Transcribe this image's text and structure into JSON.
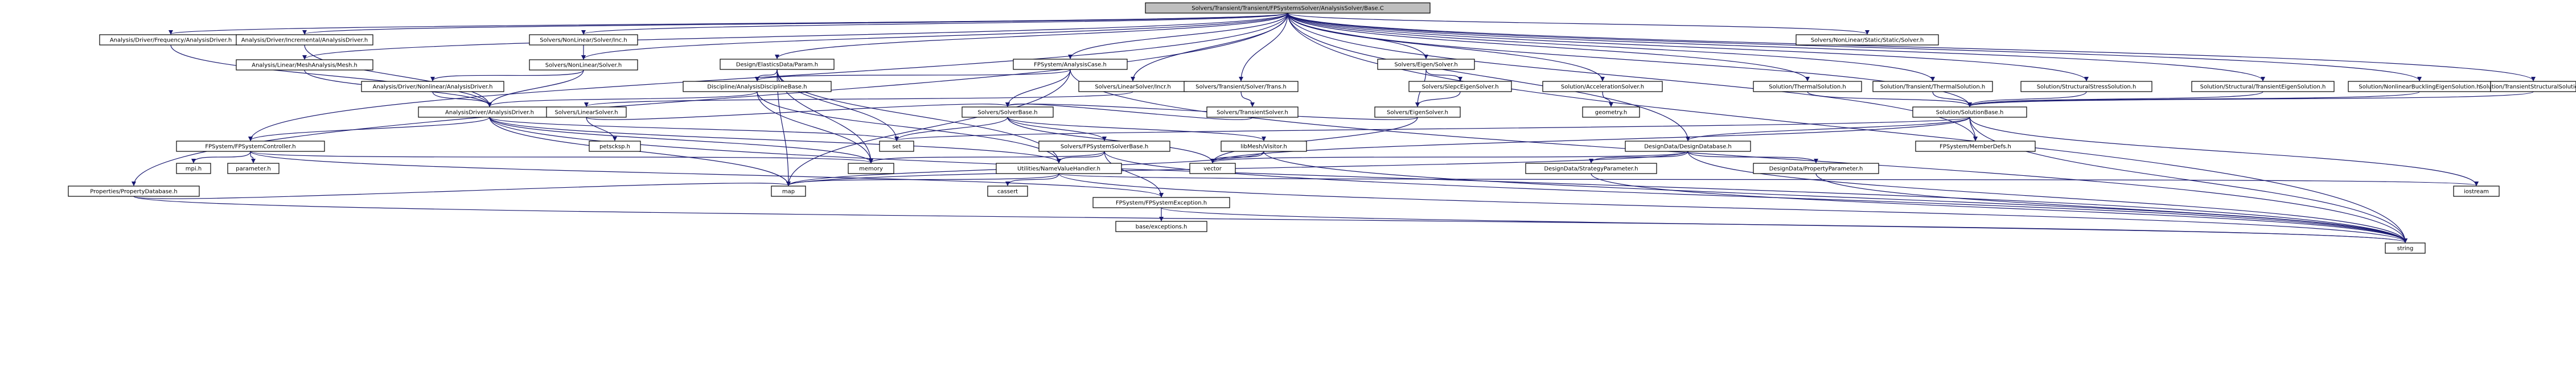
{
  "colors": {
    "edge": "#191970",
    "root_fill": "#bfbfbf",
    "node_fill": "#ffffff",
    "node_border": "#000000",
    "undocumented_border": "#ff0000",
    "system_header_border": "#d3d3d3",
    "text": "#000000"
  },
  "nodes": [
    {
      "id": "root",
      "label": "Solvers/Transient/Transient/FPSystemsSolver/AnalysisSolver/Base.C",
      "kind": "root"
    },
    {
      "id": "n_ana_ptr",
      "label": "Analysis/Driver/Frequency/AnalysisDriver.h",
      "kind": "documented"
    },
    {
      "id": "n_ana_inc",
      "label": "Analysis/Driver/Incremental/AnalysisDriver.h",
      "kind": "documented"
    },
    {
      "id": "n_nl_inc",
      "label": "Solvers/NonLinear/Solver/Inc.h",
      "kind": "documented"
    },
    {
      "id": "n_top_dots",
      "label": "Solvers/NonLinear/Static/Static/Solver.h",
      "kind": "documented"
    },
    {
      "id": "n_prog",
      "label": "Analysis/Linear/MeshAnalysis/Mesh.h",
      "kind": "documented"
    },
    {
      "id": "n_solvers_nl",
      "label": "Solvers/NonLinear/Solver.h",
      "kind": "documented"
    },
    {
      "id": "n_design",
      "label": "Design/ElasticsData/Param.h",
      "kind": "documented"
    },
    {
      "id": "n_fpsys_case",
      "label": "FPSystem/AnalysisCase.h",
      "kind": "documented"
    },
    {
      "id": "n_solvers_eigen",
      "label": "Solvers/Eigen/Solver.h",
      "kind": "documented"
    },
    {
      "id": "n_anal_mech",
      "label": "Analysis/Driver/Nonlinear/AnalysisDriver.h",
      "kind": "documented"
    },
    {
      "id": "n_discipline",
      "label": "Discipline/AnalysisDisciplineBase.h",
      "kind": "undocumented"
    },
    {
      "id": "n_solvers_linear",
      "label": "Solvers/LinearSolver/Incr.h",
      "kind": "documented"
    },
    {
      "id": "n_solvers_trans",
      "label": "Solvers/Transient/Solver/Trans.h",
      "kind": "documented"
    },
    {
      "id": "n_solvers_slepc",
      "label": "Solvers/SlepcEigenSolver.h",
      "kind": "undocumented"
    },
    {
      "id": "n_solution_acc",
      "label": "Solution/AccelerationSolver.h",
      "kind": "documented"
    },
    {
      "id": "n_solution_thermal",
      "label": "Solution/ThermalSolution.h",
      "kind": "documented"
    },
    {
      "id": "n_solution_trans",
      "label": "Solution/Transient/ThermalSolution.h",
      "kind": "documented"
    },
    {
      "id": "n_solution_struct",
      "label": "Solution/StructuralStressSolution.h",
      "kind": "documented"
    },
    {
      "id": "n_solution_nonlin",
      "label": "Solution/Structural/TransientEigenSolution.h",
      "kind": "documented"
    },
    {
      "id": "n_solution_nonlin2",
      "label": "Solution/NonlinearBucklingEigenSolution.h",
      "kind": "documented"
    },
    {
      "id": "n_solution_trans2",
      "label": "Solution/TransientStructuralSolution.h",
      "kind": "documented"
    },
    {
      "id": "n_analysis_driver",
      "label": "AnalysisDriver/AnalysisDriver.h",
      "kind": "undocumented"
    },
    {
      "id": "n_solvers_linear2",
      "label": "Solvers/LinearSolver.h",
      "kind": "documented"
    },
    {
      "id": "n_solvers_solverb",
      "label": "Solvers/SolverBase.h",
      "kind": "documented"
    },
    {
      "id": "n_solvers_trans2",
      "label": "Solvers/TransientSolver.h",
      "kind": "documented"
    },
    {
      "id": "n_solvers_eigen2",
      "label": "Solvers/EigenSolver.h",
      "kind": "documented"
    },
    {
      "id": "n_geomcpp",
      "label": "geometry.h",
      "kind": "system"
    },
    {
      "id": "n_solution_base",
      "label": "Solution/SolutionBase.h",
      "kind": "documented"
    },
    {
      "id": "n_fpsystem_controller",
      "label": "FPSystem/FPSystemController.h",
      "kind": "documented"
    },
    {
      "id": "n_petsc",
      "label": "petscksp.h",
      "kind": "system"
    },
    {
      "id": "n_set",
      "label": "set",
      "kind": "system"
    },
    {
      "id": "n_solvers_fpsys",
      "label": "Solvers/FPSystemSolverBase.h",
      "kind": "documented"
    },
    {
      "id": "n_libmesh",
      "label": "libMesh/Visitor.h",
      "kind": "documented"
    },
    {
      "id": "n_design_data",
      "label": "DesignData/DesignDatabase.h",
      "kind": "documented"
    },
    {
      "id": "n_fpsystem_mem",
      "label": "FPSystem/MemberDefs.h",
      "kind": "documented"
    },
    {
      "id": "n_mpi",
      "label": "mpi.h",
      "kind": "system"
    },
    {
      "id": "n_parameter",
      "label": "parameter.h",
      "kind": "system"
    },
    {
      "id": "n_memory",
      "label": "memory",
      "kind": "system"
    },
    {
      "id": "n_utilities",
      "label": "Utilities/NameValueHandler.h",
      "kind": "documented"
    },
    {
      "id": "n_vector",
      "label": "vector",
      "kind": "system"
    },
    {
      "id": "n_design_strat",
      "label": "DesignData/StrategyParameter.h",
      "kind": "undocumented"
    },
    {
      "id": "n_design_prop",
      "label": "DesignData/PropertyParameter.h",
      "kind": "undocumented"
    },
    {
      "id": "n_property_db",
      "label": "Properties/PropertyDatabase.h",
      "kind": "documented"
    },
    {
      "id": "n_map",
      "label": "map",
      "kind": "system"
    },
    {
      "id": "n_cassert",
      "label": "cassert",
      "kind": "system"
    },
    {
      "id": "n_fpsystem_exc",
      "label": "FPSystem/FPSystemException.h",
      "kind": "documented"
    },
    {
      "id": "n_iostream",
      "label": "iostream",
      "kind": "system"
    },
    {
      "id": "n_base_exc",
      "label": "base/exceptions.h",
      "kind": "system"
    },
    {
      "id": "n_string",
      "label": "string",
      "kind": "system"
    }
  ]
}
